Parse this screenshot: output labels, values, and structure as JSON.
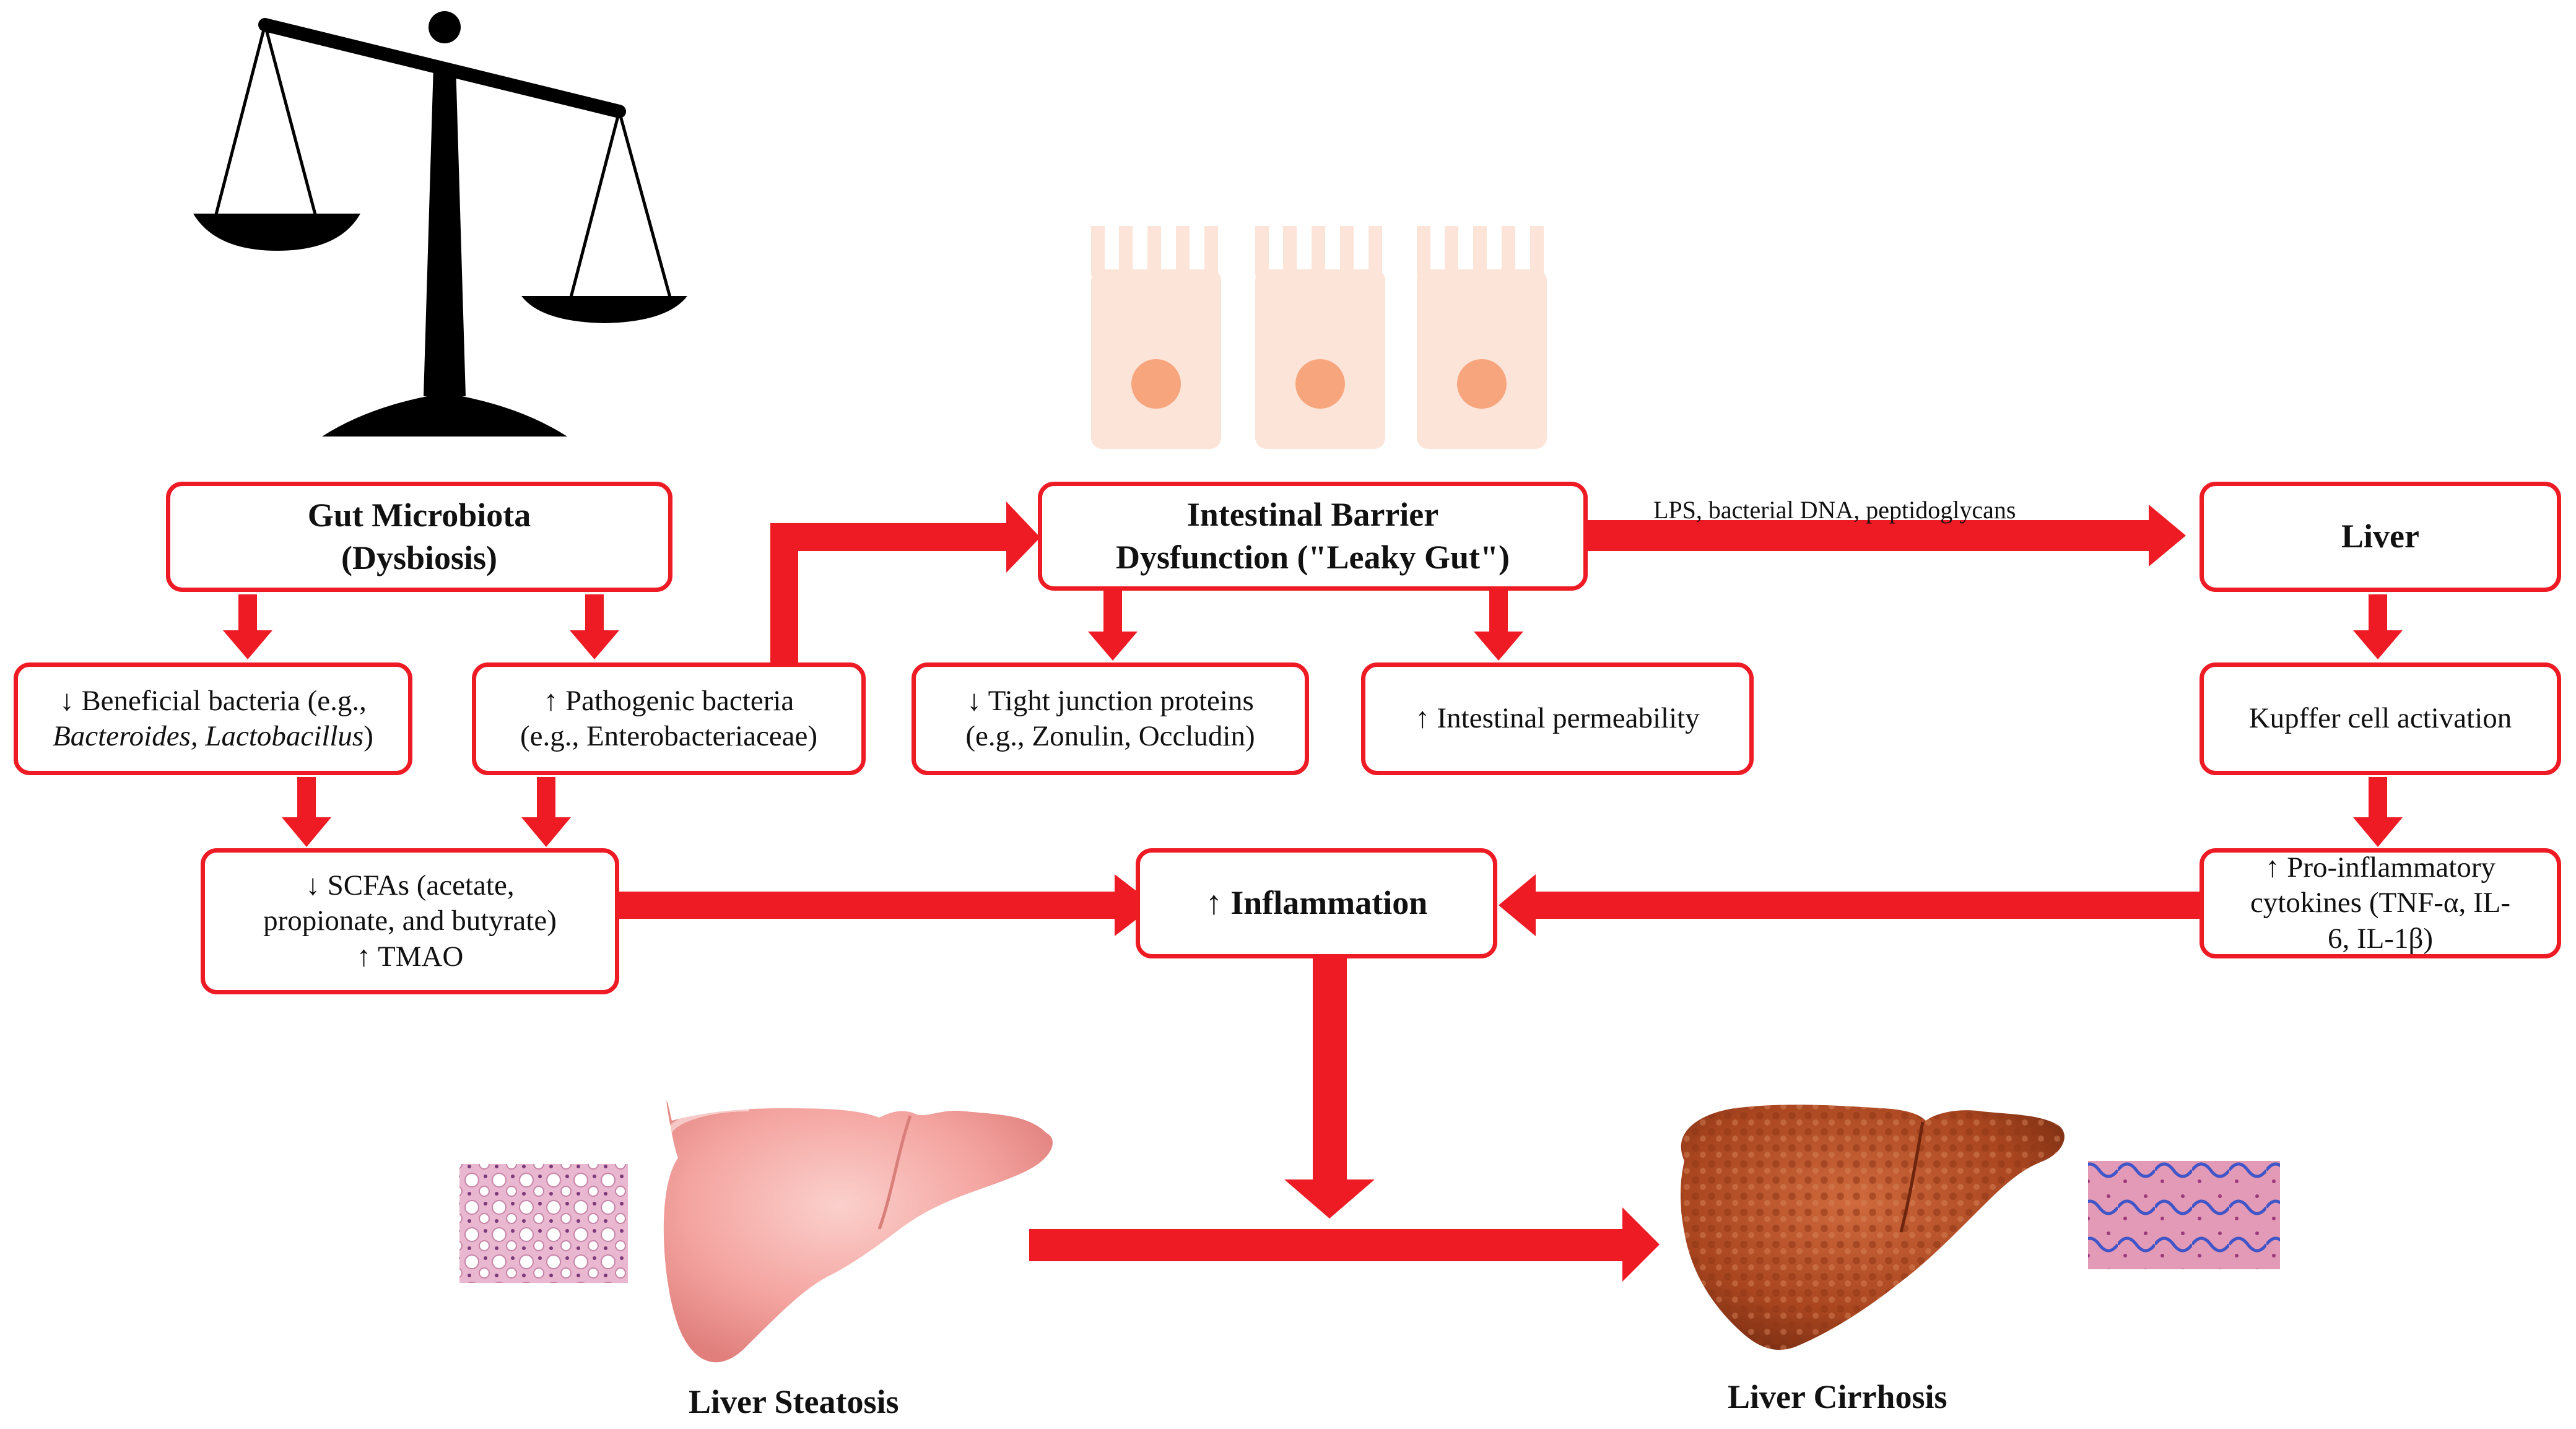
{
  "nodes": {
    "gut_microbiota": {
      "line1": "Gut Microbiota",
      "line2": "(Dysbiosis)"
    },
    "beneficial_bacteria": {
      "line1": "↓ Beneficial bacteria (e.g.,",
      "line2": "Bacteroides, Lactobacillus",
      "line2_suffix": ")"
    },
    "pathogenic_bacteria": {
      "line1": "↑ Pathogenic bacteria",
      "line2": "(e.g., Enterobacteriaceae)"
    },
    "scfa": {
      "line1": "↓ SCFAs (acetate,",
      "line2": "propionate, and butyrate)",
      "line3": "↑ TMAO"
    },
    "barrier": {
      "line1": "Intestinal Barrier",
      "line2": "Dysfunction (\"Leaky Gut\")"
    },
    "tight_junction": {
      "line1": "↓ Tight junction proteins",
      "line2": "(e.g., Zonulin, Occludin)"
    },
    "permeability": {
      "line1": "↑ Intestinal permeability"
    },
    "inflammation": {
      "line1": "↑ Inflammation"
    },
    "liver": {
      "line1": "Liver"
    },
    "kupffer": {
      "line1": "Kupffer cell activation"
    },
    "cytokines": {
      "line1": "↑ Pro-inflammatory",
      "line2": "cytokines (TNF-α, IL-",
      "line3": "6, IL-1β)"
    }
  },
  "edge_labels": {
    "barrier_to_liver": "LPS, bacterial DNA, peptidoglycans"
  },
  "captions": {
    "steatosis": "Liver Steatosis",
    "cirrhosis": "Liver Cirrhosis"
  },
  "icons": [
    "balance-scale-icon",
    "intestinal-epithelial-cells-icon",
    "fatty-liver-illustration",
    "cirrhotic-liver-illustration",
    "histology-steatosis-icon",
    "histology-fibrosis-icon"
  ],
  "colors": {
    "accent_red": "#ee1b24",
    "cell_fill": "#fde4d8",
    "nucleus": "#f7a57c",
    "steatosis_liver": "#f5a0a0",
    "cirrhosis_liver": "#b34a2a"
  }
}
